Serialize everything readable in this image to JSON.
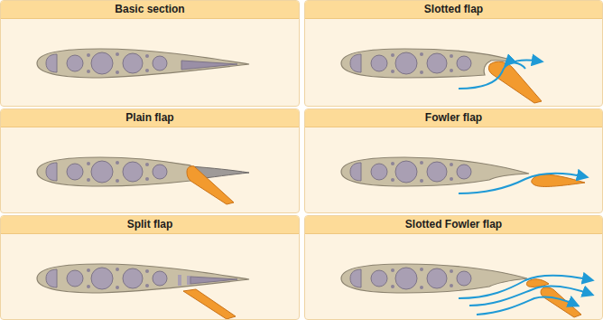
{
  "diagram": {
    "nodes": [
      {
        "text": [
          "Basic section"
        ]
      },
      {
        "text": [
          "Slotted flap"
        ]
      },
      {
        "text": [
          "Plain flap"
        ]
      },
      {
        "text": [
          "Fowler flap"
        ]
      },
      {
        "text": [
          "Split flap"
        ]
      },
      {
        "text": [
          "Slotted Fowler flap"
        ]
      }
    ]
  }
}
